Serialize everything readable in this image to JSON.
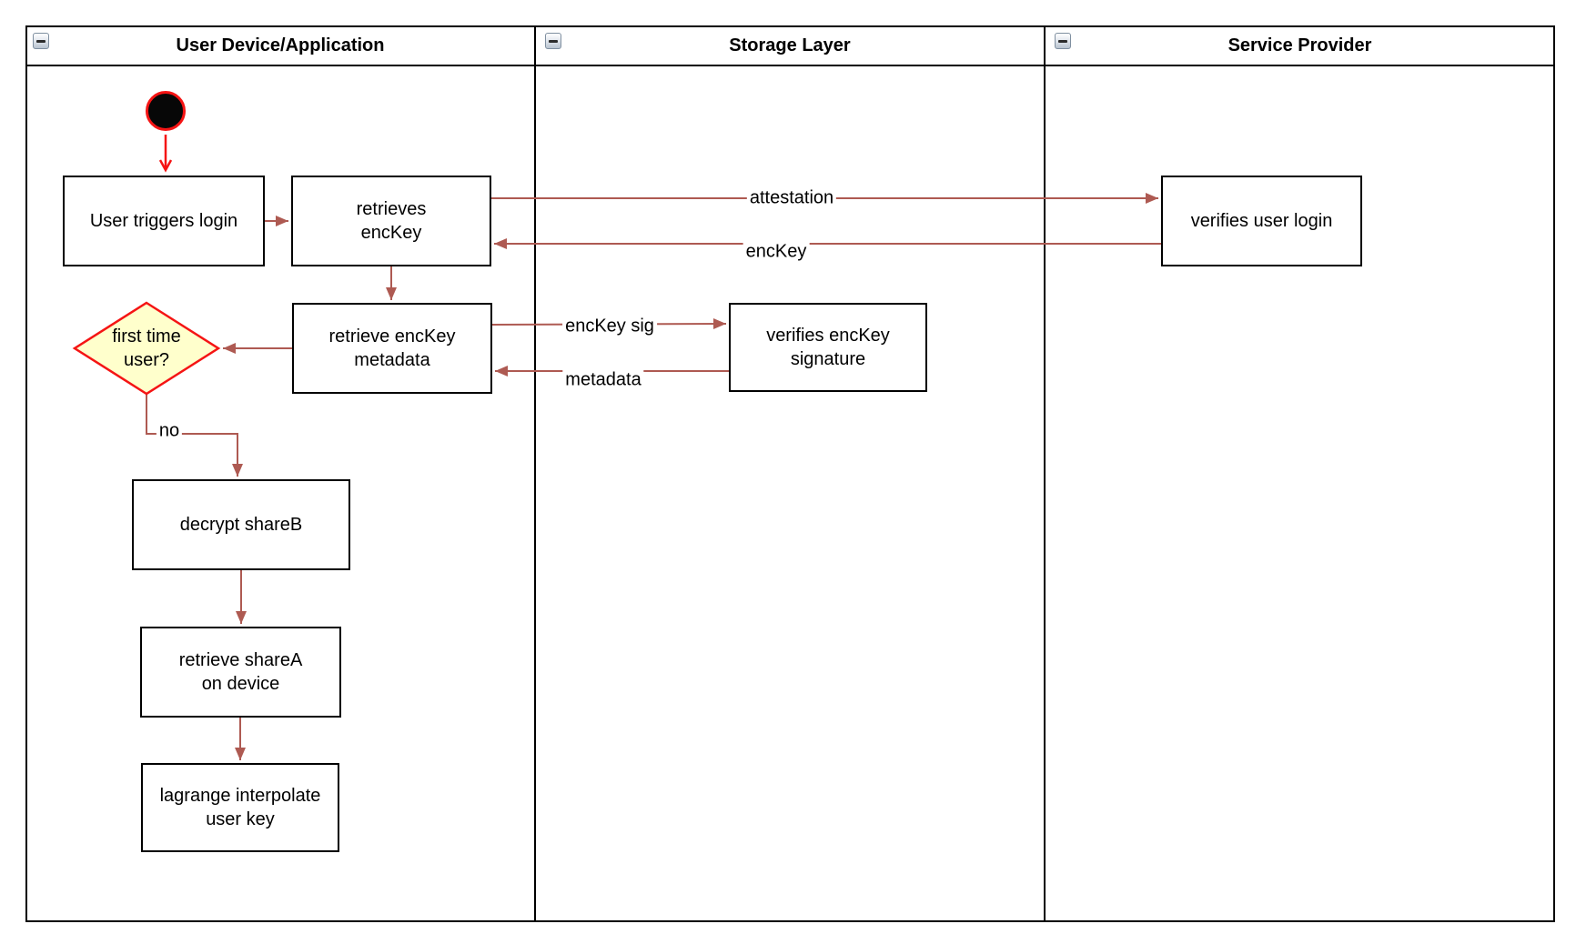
{
  "lanes": [
    {
      "title": "User Device/Application"
    },
    {
      "title": "Storage Layer"
    },
    {
      "title": "Service Provider"
    }
  ],
  "nodes": {
    "user_triggers_login": "User triggers login",
    "retrieves_enckey": "retrieves\nencKey",
    "retrieve_enckey_metadata": "retrieve encKey\nmetadata",
    "first_time_user": "first time\nuser?",
    "decrypt_shareb": "decrypt shareB",
    "retrieve_sharea_on_device": "retrieve shareA\non device",
    "lagrange_interpolate_user_key": "lagrange interpolate\nuser key",
    "verifies_enckey_signature": "verifies encKey\nsignature",
    "verifies_user_login": "verifies user login"
  },
  "edge_labels": {
    "attestation": "attestation",
    "enckey": "encKey",
    "enckey_sig": "encKey sig",
    "metadata": "metadata",
    "no": "no"
  },
  "colors": {
    "edge": "#ae5a52",
    "highlight_red": "#f51414",
    "decision_fill": "#ffffcc",
    "node_border": "#000000",
    "node_fill": "#ffffff"
  }
}
